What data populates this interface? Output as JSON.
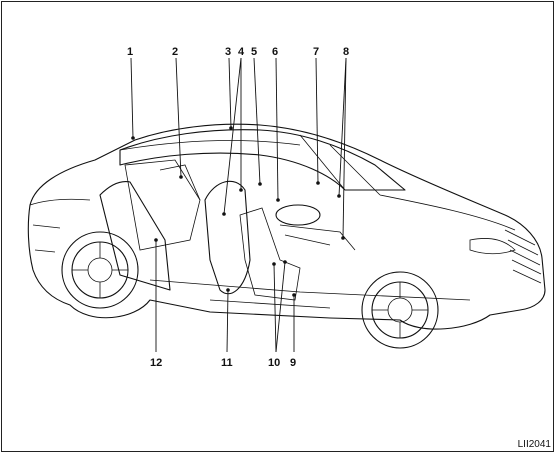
{
  "callouts": [
    {
      "id": 1,
      "label": "1"
    },
    {
      "id": 2,
      "label": "2"
    },
    {
      "id": 3,
      "label": "3"
    },
    {
      "id": 4,
      "label": "4"
    },
    {
      "id": 5,
      "label": "5"
    },
    {
      "id": 6,
      "label": "6"
    },
    {
      "id": 7,
      "label": "7"
    },
    {
      "id": 8,
      "label": "8"
    },
    {
      "id": 9,
      "label": "9"
    },
    {
      "id": 10,
      "label": "10"
    },
    {
      "id": 11,
      "label": "11"
    },
    {
      "id": 12,
      "label": "12"
    }
  ],
  "figure_code": "LII2041"
}
